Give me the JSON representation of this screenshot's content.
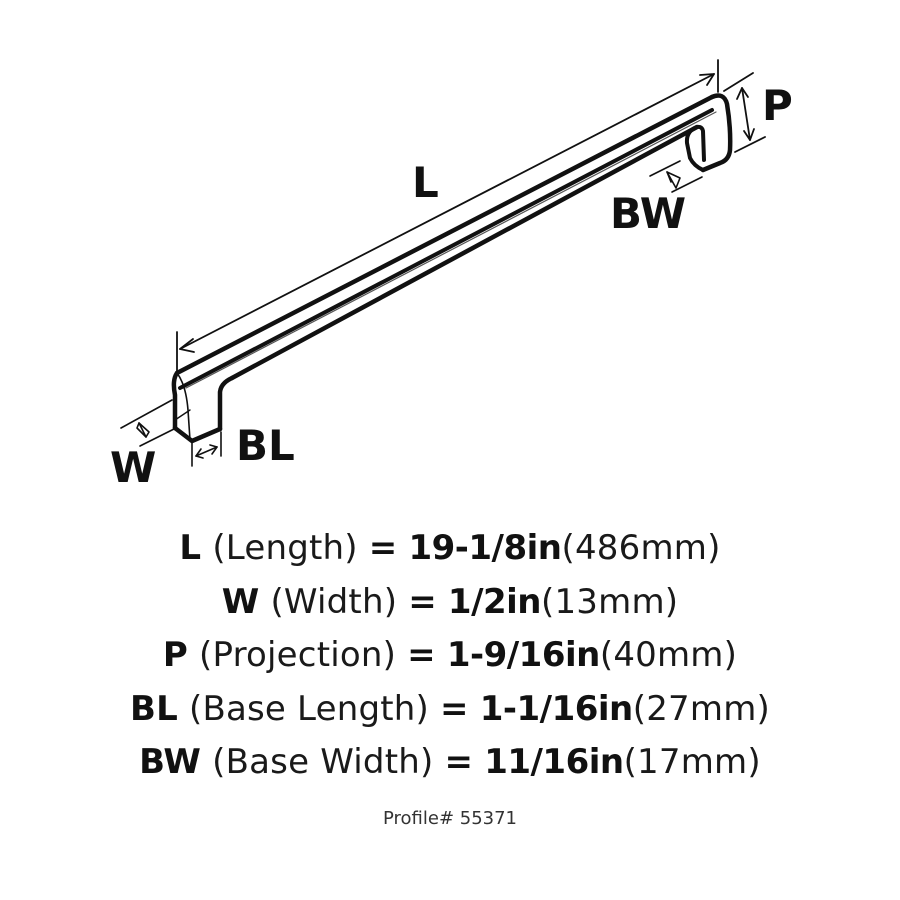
{
  "diagram": {
    "subject": "cabinet-pull-handle",
    "labels": {
      "L": "L",
      "P": "P",
      "BW": "BW",
      "W": "W",
      "BL": "BL"
    }
  },
  "specs": [
    {
      "code": "L",
      "name": "(Length)",
      "eq": "=",
      "imperial": "19-1/8in",
      "metric": "(486mm)"
    },
    {
      "code": "W",
      "name": "(Width)",
      "eq": "=",
      "imperial": "1/2in",
      "metric": "(13mm)"
    },
    {
      "code": "P",
      "name": "(Projection)",
      "eq": "=",
      "imperial": "1-9/16in",
      "metric": "(40mm)"
    },
    {
      "code": "BL",
      "name": "(Base Length)",
      "eq": "=",
      "imperial": "1-1/16in",
      "metric": "(27mm)"
    },
    {
      "code": "BW",
      "name": "(Base Width)",
      "eq": "=",
      "imperial": "11/16in",
      "metric": "(17mm)"
    }
  ],
  "profile": "Profile# 55371",
  "colors": {
    "ink": "#111111",
    "background": "#ffffff",
    "profile_text": "#333333"
  }
}
